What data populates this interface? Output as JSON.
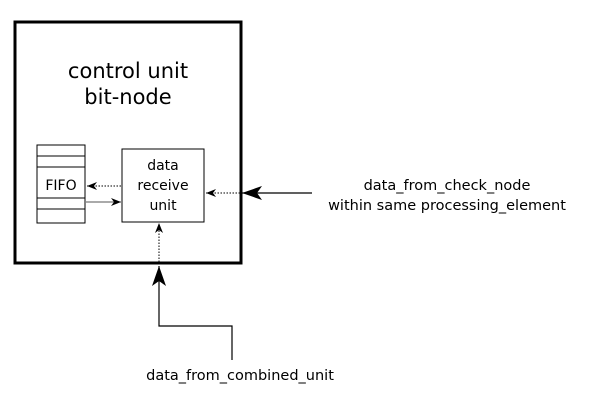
{
  "diagram": {
    "block": {
      "title_line1": "control unit",
      "title_line2": "bit-node"
    },
    "fifo": {
      "label": "FIFO"
    },
    "receive_unit": {
      "line1": "data",
      "line2": "receive",
      "line3": "unit"
    },
    "inputs": {
      "check_node_line1": "data_from_check_node",
      "check_node_line2": "within same processing_element",
      "combined_unit": "data_from_combined_unit"
    }
  }
}
